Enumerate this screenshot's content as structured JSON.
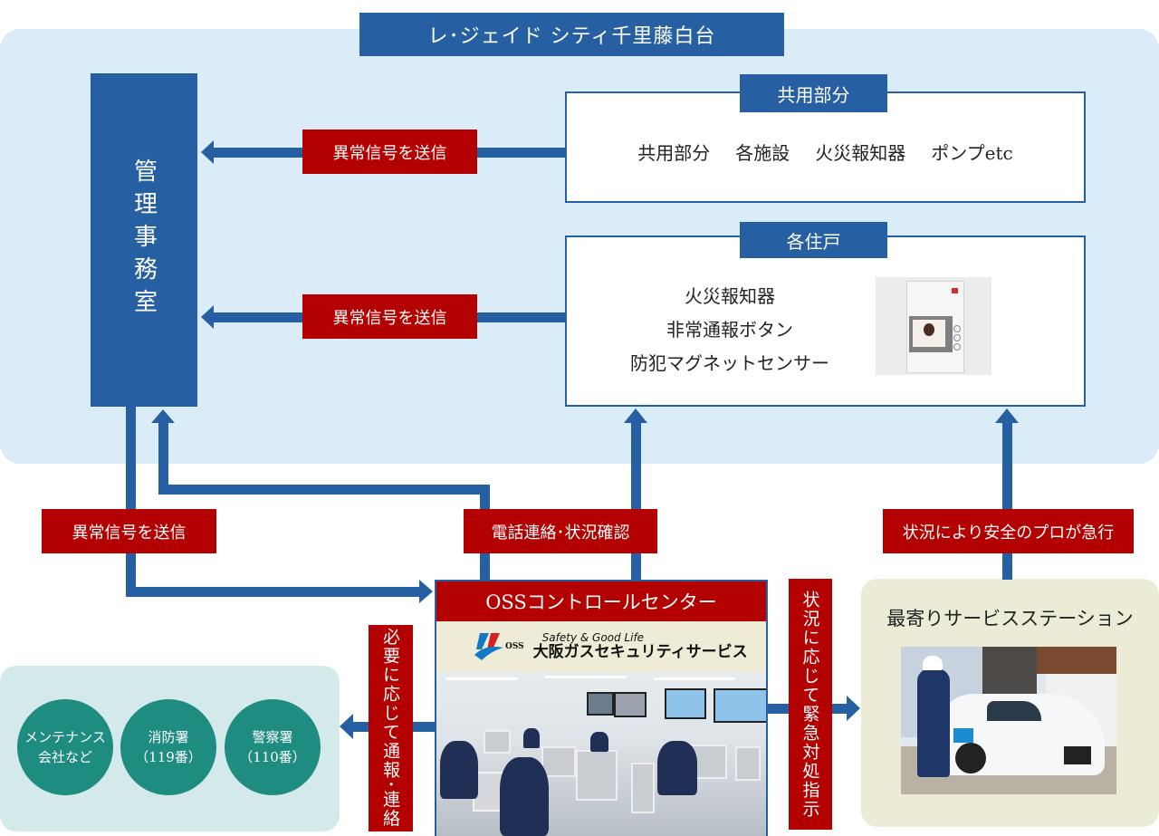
{
  "title": "レ･ジェイド シティ千里藤白台",
  "management_office": "管理事務室",
  "common_area": {
    "header": "共用部分",
    "items": [
      "共用部分",
      "各施設",
      "火災報知器",
      "ポンプetc"
    ]
  },
  "units": {
    "header": "各住戸",
    "items": [
      "火災報知器",
      "非常通報ボタン",
      "防犯マグネットセンサー"
    ],
    "image": "intercom-monitor"
  },
  "labels": {
    "send_signal_common": "異常信号を送信",
    "send_signal_units": "異常信号を送信",
    "send_signal_office": "異常信号を送信",
    "phone_contact": "電話連絡･状況確認",
    "dispatch": "状況により安全のプロが急行",
    "notify": "必要に応じて通報･連絡",
    "emergency_instruction": "状況に応じて緊急対処指示"
  },
  "control_center": {
    "header": "OSSコントロールセンター",
    "tagline": "Safety & Good Life",
    "logo_small": "OSS",
    "company": "大阪ガスセキュリティサービス",
    "image": "control-room-photo"
  },
  "emergency_contacts": [
    {
      "line1": "メンテナンス",
      "line2": "会社など"
    },
    {
      "line1": "消防署",
      "line2": "（119番）"
    },
    {
      "line1": "警察署",
      "line2": "（110番）"
    }
  ],
  "service_station": {
    "title": "最寄りサービスステーション",
    "image": "security-guard-car-photo"
  },
  "colors": {
    "primary_blue": "#2760a2",
    "alert_red": "#b30000",
    "light_blue_zone": "#d9ecf7",
    "teal_circle": "#1e8c80",
    "emergency_zone": "#d4e9ea",
    "station_zone": "#ecebd6"
  }
}
